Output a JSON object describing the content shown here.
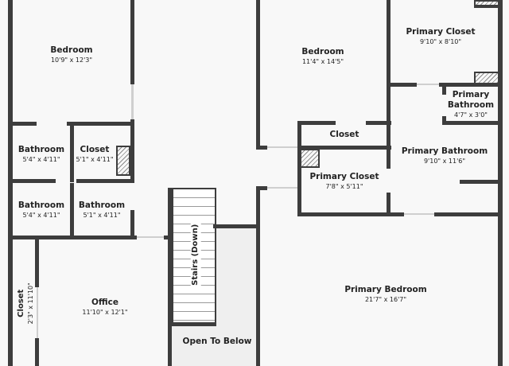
{
  "rooms": [
    {
      "id": "bedroom-1",
      "name": "Bedroom",
      "dims": "10'9\" x 12'3\""
    },
    {
      "id": "bedroom-2",
      "name": "Bedroom",
      "dims": "11'4\" x 14'5\""
    },
    {
      "id": "primary-closet-top",
      "name": "Primary Closet",
      "dims": "9'10\" x 8'10\""
    },
    {
      "id": "primary-bathroom-small",
      "name": "Primary Bathroom",
      "dims": "4'7\" x 3'0\""
    },
    {
      "id": "bathroom-1",
      "name": "Bathroom",
      "dims": "5'4\" x 4'11\""
    },
    {
      "id": "closet-1",
      "name": "Closet",
      "dims": "5'1\" x 4'11\""
    },
    {
      "id": "closet-hall",
      "name": "Closet",
      "dims": ""
    },
    {
      "id": "primary-bathroom",
      "name": "Primary Bathroom",
      "dims": "9'10\" x 11'6\""
    },
    {
      "id": "primary-closet-mid",
      "name": "Primary Closet",
      "dims": "7'8\" x 5'11\""
    },
    {
      "id": "bathroom-2",
      "name": "Bathroom",
      "dims": "5'4\" x 4'11\""
    },
    {
      "id": "bathroom-3",
      "name": "Bathroom",
      "dims": "5'1\" x 4'11\""
    },
    {
      "id": "stairs",
      "name": "Stairs (Down)",
      "dims": ""
    },
    {
      "id": "primary-bedroom",
      "name": "Primary Bedroom",
      "dims": "21'7\" x 16'7\""
    },
    {
      "id": "closet-office",
      "name": "Closet",
      "dims": "2'3\" x 11'10\""
    },
    {
      "id": "office",
      "name": "Office",
      "dims": "11'10\" x 12'1\""
    },
    {
      "id": "open-to-below",
      "name": "Open To Below",
      "dims": ""
    }
  ]
}
